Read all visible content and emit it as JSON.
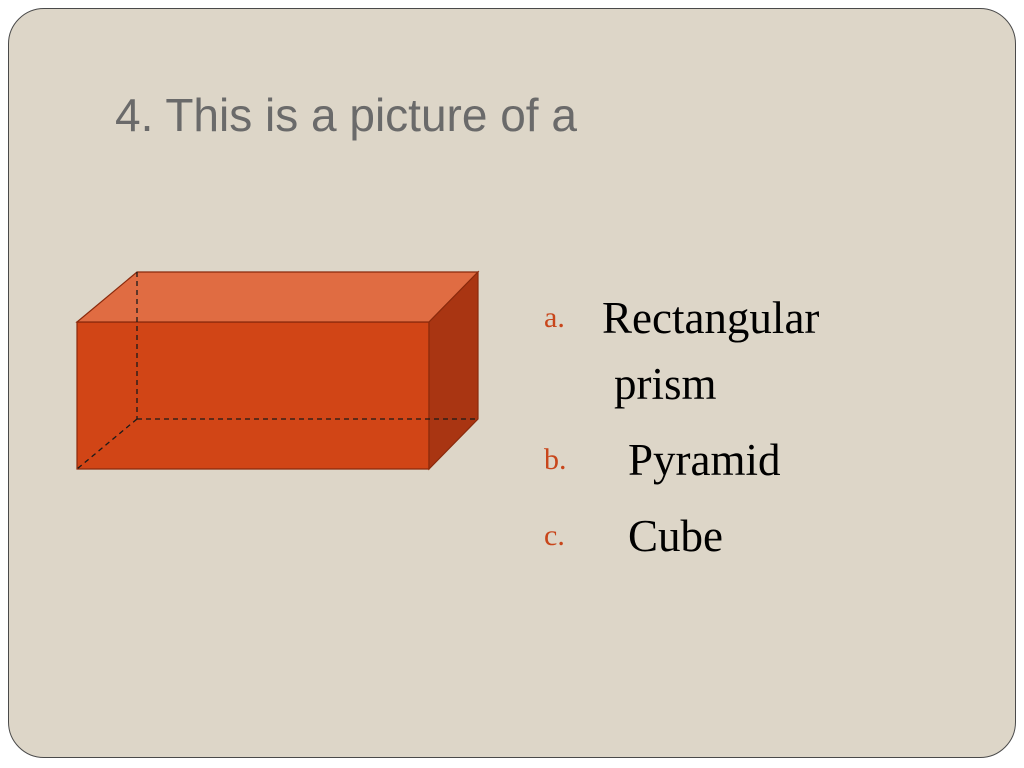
{
  "slide": {
    "title": "4. This is a picture of a",
    "colors": {
      "background": "#ddd6c8",
      "accent": "#c8461b",
      "prism_front": "#d14516",
      "prism_top": "#e06c42",
      "prism_side": "#a93512"
    },
    "options": [
      {
        "marker": "a.",
        "text": "Rectangular prism"
      },
      {
        "marker": "b.",
        "text": "Pyramid"
      },
      {
        "marker": "c.",
        "text": "Cube"
      }
    ]
  }
}
